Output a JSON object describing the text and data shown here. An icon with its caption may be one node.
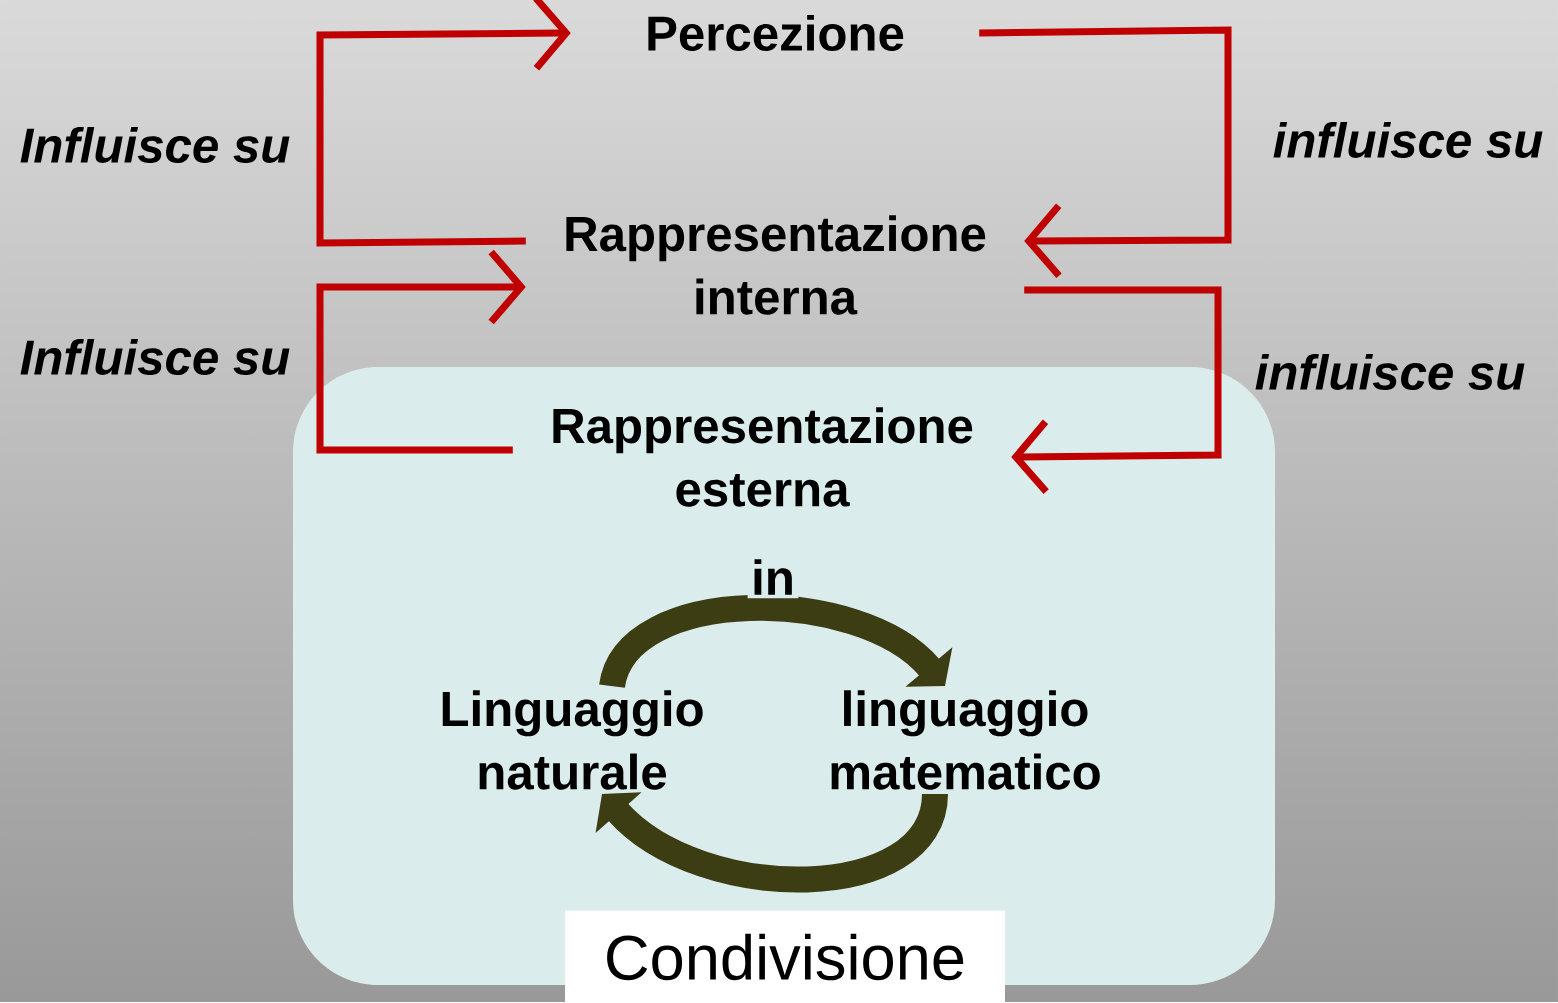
{
  "diagram": {
    "nodes": [
      {
        "text": [
          "Percezione"
        ]
      },
      {
        "text": [
          "Rappresentazione interna"
        ]
      },
      {
        "text": [
          "Condivisione"
        ]
      },
      {
        "text": [
          "Rappresentazione esterna"
        ],
        "in": 2
      },
      {
        "text": [
          "Linguaggio naturale"
        ],
        "in": 2
      },
      {
        "text": [
          "linguaggio matematico"
        ],
        "in": 2
      }
    ],
    "edges": [
      {
        "from": 1,
        "to": 0,
        "arrow": "to",
        "label": "Influisce su"
      },
      {
        "from": 0,
        "to": 1,
        "arrow": "to",
        "label": "influisce su"
      },
      {
        "from": 3,
        "to": 1,
        "arrow": "to",
        "label": "Influisce su"
      },
      {
        "from": 1,
        "to": 3,
        "arrow": "to",
        "label": "influisce su"
      },
      {
        "from": 4,
        "to": 5,
        "arrow": "to",
        "label": "in",
        "style": "thick",
        "color": "#3d3d14"
      },
      {
        "from": 5,
        "to": 4,
        "arrow": "to",
        "style": "thick",
        "color": "#3d3d14"
      }
    ]
  }
}
